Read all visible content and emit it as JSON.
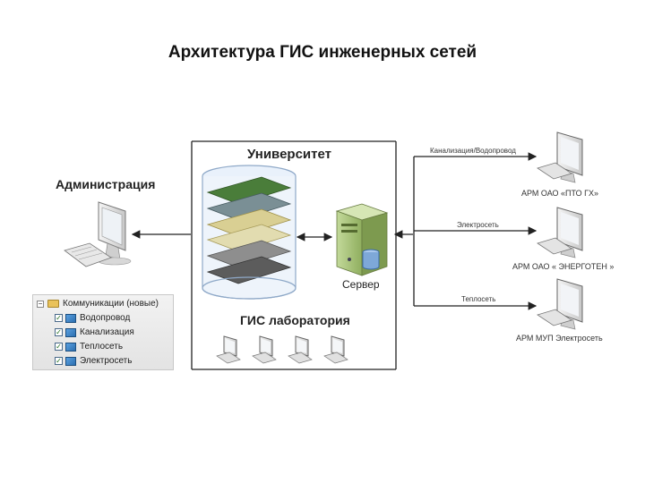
{
  "title": "Архитектура ГИС инженерных сетей",
  "administration": {
    "label": "Администрация"
  },
  "university": {
    "label": "Университет",
    "server_label": "Сервер",
    "lab_label": "ГИС лаборатория"
  },
  "layer_tree": {
    "root_label": "Коммуникации (новые)",
    "items": [
      {
        "label": "Водопровод",
        "checked": true
      },
      {
        "label": "Канализация",
        "checked": true
      },
      {
        "label": "Теплосеть",
        "checked": true
      },
      {
        "label": "Электросеть",
        "checked": true
      }
    ]
  },
  "clients": [
    {
      "link_label": "Канализация/Водопровод",
      "workstation_label": "АРМ ОАО «ПТО ГХ»"
    },
    {
      "link_label": "Электросеть",
      "workstation_label": "АРМ ОАО « ЭНЕРГОТЕН »"
    },
    {
      "link_label": "Теплосеть",
      "workstation_label": "АРМ МУП Электросеть"
    }
  ],
  "colors": {
    "line": "#222222",
    "server": "#a9c27a",
    "db_disk": "#7ea8d8",
    "layer_palette": [
      "#4a7d3a",
      "#c9c48a",
      "#8aa0a8",
      "#d8d0a0",
      "#9a9a9a",
      "#6a6a6a"
    ]
  }
}
